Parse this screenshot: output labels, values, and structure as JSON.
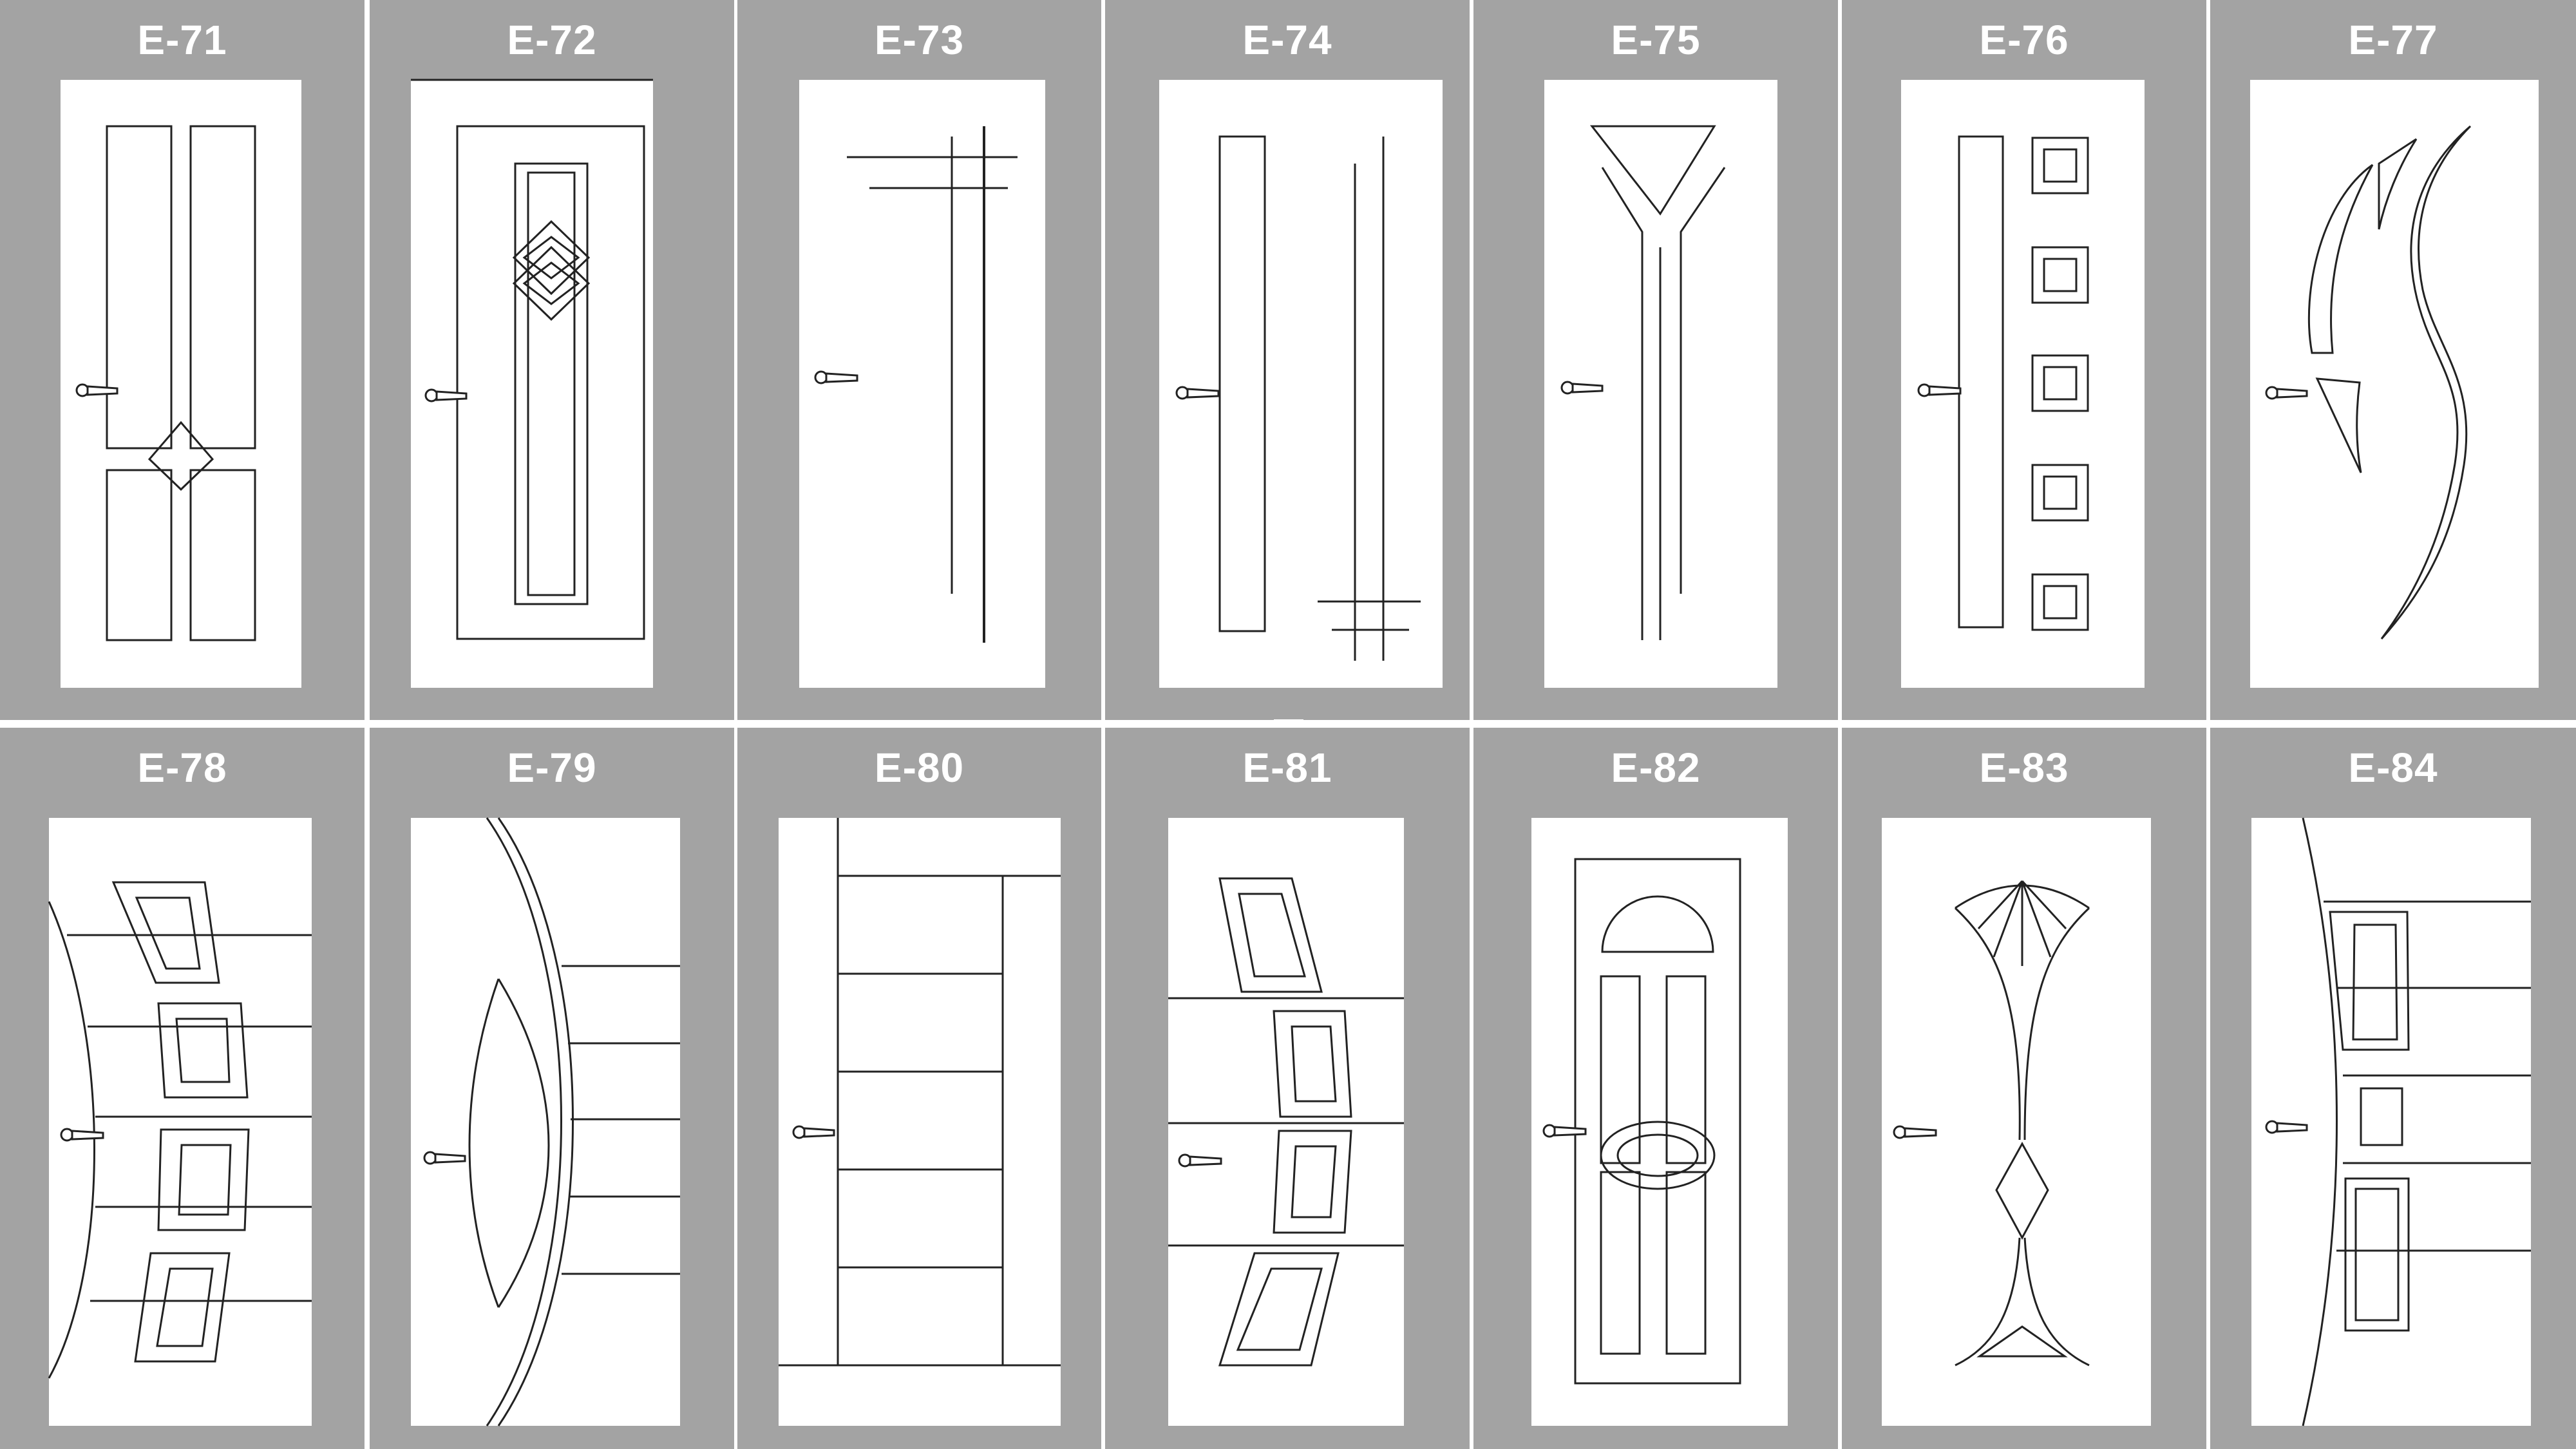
{
  "catalog": {
    "doors": [
      {
        "code": "E-71"
      },
      {
        "code": "E-72"
      },
      {
        "code": "E-73"
      },
      {
        "code": "E-74"
      },
      {
        "code": "E-75"
      },
      {
        "code": "E-76"
      },
      {
        "code": "E-77"
      },
      {
        "code": "E-78"
      },
      {
        "code": "E-79"
      },
      {
        "code": "E-80"
      },
      {
        "code": "E-81"
      },
      {
        "code": "E-82"
      },
      {
        "code": "E-83"
      },
      {
        "code": "E-84"
      }
    ]
  },
  "colors": {
    "background_panel": "#a3a3a3",
    "door_fill": "#ffffff",
    "line": "#222222",
    "title_text": "#ffffff"
  },
  "icons": [
    "door-handle-icon"
  ]
}
